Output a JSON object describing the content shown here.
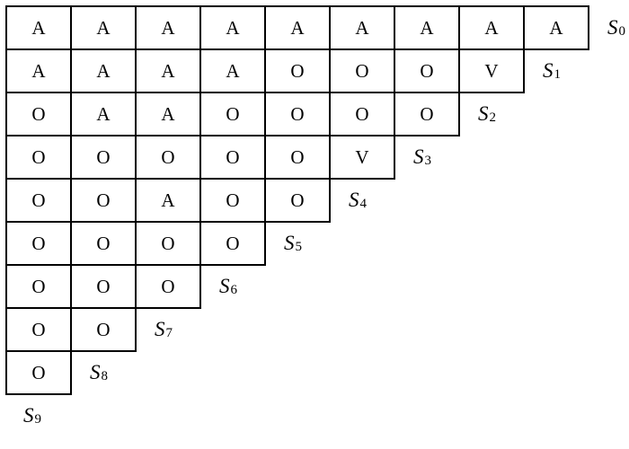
{
  "diagram": {
    "colors": {
      "border": "#000000",
      "background": "#ffffff",
      "text": "#000000"
    },
    "rows": [
      {
        "cells": [
          "A",
          "A",
          "A",
          "A",
          "A",
          "A",
          "A",
          "A",
          "A"
        ],
        "label_base": "S",
        "label_sub": "0"
      },
      {
        "cells": [
          "A",
          "A",
          "A",
          "A",
          "O",
          "O",
          "O",
          "V"
        ],
        "label_base": "S",
        "label_sub": "1"
      },
      {
        "cells": [
          "O",
          "A",
          "A",
          "O",
          "O",
          "O",
          "O"
        ],
        "label_base": "S",
        "label_sub": "2"
      },
      {
        "cells": [
          "O",
          "O",
          "O",
          "O",
          "O",
          "V"
        ],
        "label_base": "S",
        "label_sub": "3"
      },
      {
        "cells": [
          "O",
          "O",
          "A",
          "O",
          "O"
        ],
        "label_base": "S",
        "label_sub": "4"
      },
      {
        "cells": [
          "O",
          "O",
          "O",
          "O"
        ],
        "label_base": "S",
        "label_sub": "5"
      },
      {
        "cells": [
          "O",
          "O",
          "O"
        ],
        "label_base": "S",
        "label_sub": "6"
      },
      {
        "cells": [
          "O",
          "O"
        ],
        "label_base": "S",
        "label_sub": "7"
      },
      {
        "cells": [
          "O"
        ],
        "label_base": "S",
        "label_sub": "8"
      },
      {
        "cells": [],
        "label_base": "S",
        "label_sub": "9"
      }
    ]
  }
}
